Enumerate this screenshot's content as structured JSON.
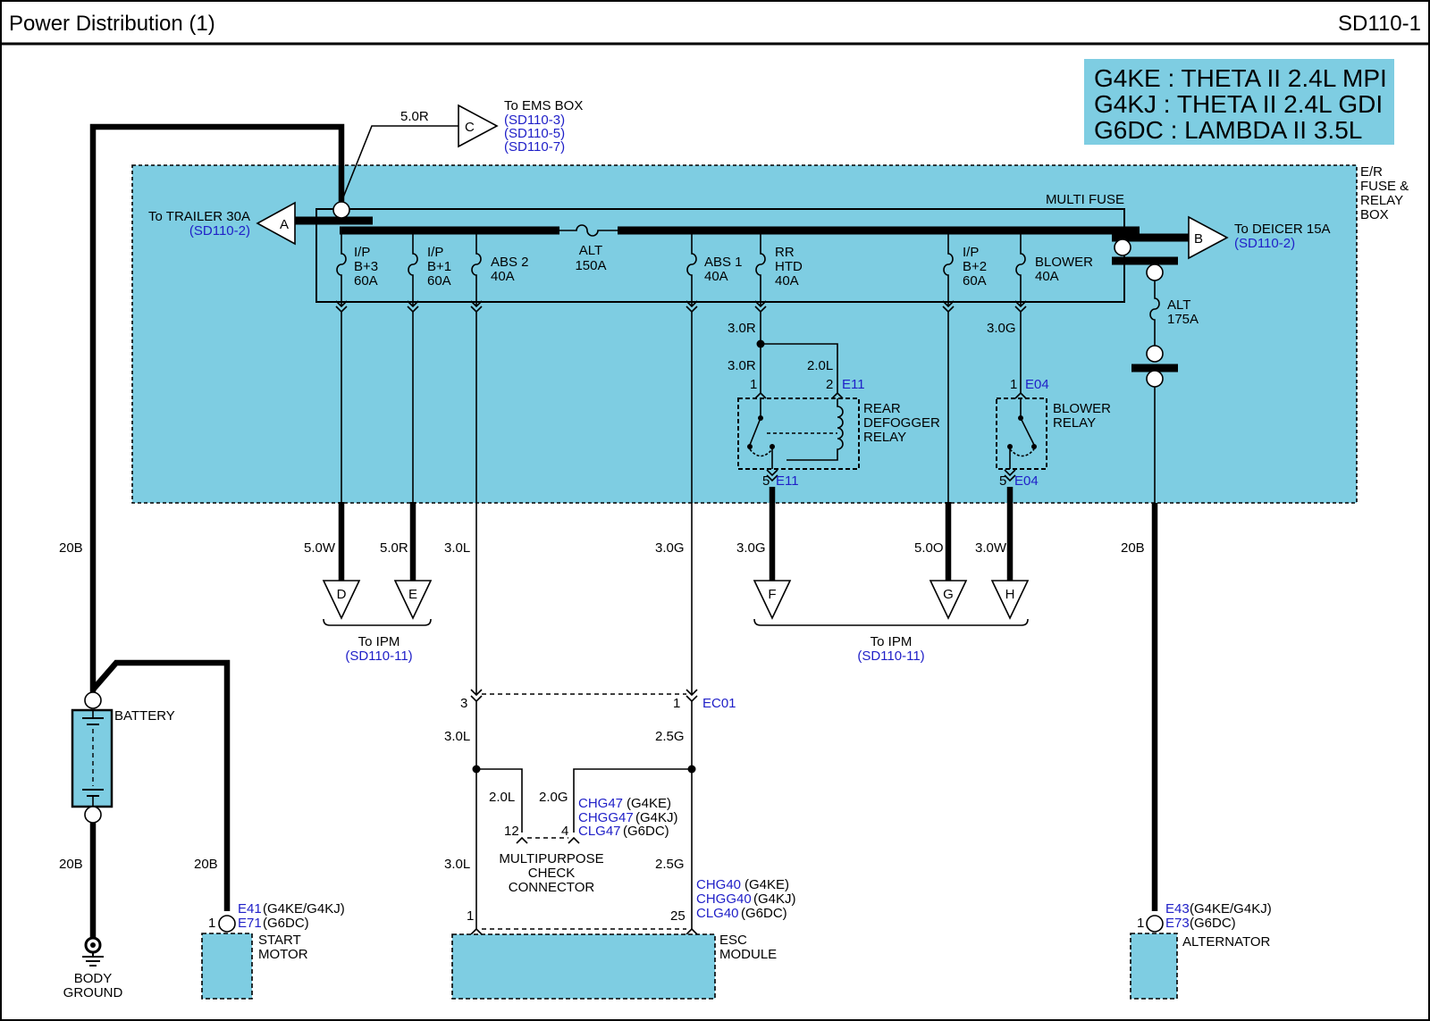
{
  "header": {
    "title": "Power Distribution (1)",
    "code": "SD110-1"
  },
  "engines": [
    "G4KE : THETA II 2.4L MPI",
    "G4KJ : THETA II 2.4L GDI",
    "G6DC : LAMBDA II 3.5L"
  ],
  "box": {
    "label": [
      "E/R",
      "FUSE &",
      "RELAY",
      "BOX"
    ],
    "multi_fuse": "MULTI FUSE"
  },
  "connectors_top": {
    "ems": {
      "letter": "C",
      "wire": "5.0R",
      "label": "To EMS BOX",
      "refs": [
        "(SD110-3)",
        "(SD110-5)",
        "(SD110-7)"
      ]
    },
    "trailer": {
      "letter": "A",
      "label": "To TRAILER 30A",
      "ref": "(SD110-2)"
    },
    "deicer": {
      "letter": "B",
      "label": "To DEICER 15A",
      "ref": "(SD110-2)"
    }
  },
  "fuses": [
    {
      "lines": [
        "I/P",
        "B+3",
        "60A"
      ]
    },
    {
      "lines": [
        "I/P",
        "B+1",
        "60A"
      ]
    },
    {
      "lines": [
        "ABS 2",
        "40A"
      ]
    },
    {
      "lines": [
        "ALT",
        "150A"
      ]
    },
    {
      "lines": [
        "ABS 1",
        "40A"
      ]
    },
    {
      "lines": [
        "RR",
        "HTD",
        "40A"
      ]
    },
    {
      "lines": [
        "I/P",
        "B+2",
        "60A"
      ]
    },
    {
      "lines": [
        "BLOWER",
        "40A"
      ]
    },
    {
      "lines": [
        "ALT",
        "175A"
      ]
    }
  ],
  "wires": {
    "battery_left": "20B",
    "d": "5.0W",
    "e": "5.0R",
    "abs2": "3.0L",
    "abs1": "3.0G",
    "rr_top": "3.0R",
    "rr_relay1": "3.0R",
    "rr_relay2": "2.0L",
    "f": "3.0G",
    "g": "5.0O",
    "blower_top": "3.0G",
    "h": "3.0W",
    "alt": "20B",
    "ec_left": "3.0L",
    "ec_right": "2.5G",
    "check_left": "2.0L",
    "check_right": "2.0G",
    "esc_left": "3.0L",
    "esc_right": "2.5G",
    "ground": "20B",
    "starter": "20B"
  },
  "relays": {
    "rear": {
      "name": [
        "REAR",
        "DEFOGGER",
        "RELAY"
      ],
      "pin1": "1",
      "pin2": "2",
      "pin5": "5",
      "conn": "E11"
    },
    "blower": {
      "name": [
        "BLOWER",
        "RELAY"
      ],
      "pin1": "1",
      "pin5": "5",
      "conn": "E04"
    }
  },
  "outputs": {
    "letters": [
      "D",
      "E",
      "F",
      "G",
      "H"
    ],
    "to_ipm_left": {
      "label": "To IPM",
      "ref": "(SD110-11)"
    },
    "to_ipm_right": {
      "label": "To IPM",
      "ref": "(SD110-11)"
    }
  },
  "ec01": {
    "name": "EC01",
    "pin_left": "3",
    "pin_right": "1"
  },
  "check_connector": {
    "name": [
      "MULTIPURPOSE",
      "CHECK",
      "CONNECTOR"
    ],
    "pin12": "12",
    "pin4": "4",
    "codes": [
      {
        "code": "CHG47",
        "eng": "(G4KE)"
      },
      {
        "code": "CHGG47",
        "eng": "(G4KJ)"
      },
      {
        "code": "CLG47",
        "eng": "(G6DC)"
      }
    ]
  },
  "esc": {
    "name": [
      "ESC",
      "MODULE"
    ],
    "pin1": "1",
    "pin25": "25",
    "codes": [
      {
        "code": "CHG40",
        "eng": "(G4KE)"
      },
      {
        "code": "CHGG40",
        "eng": "(G4KJ)"
      },
      {
        "code": "CLG40",
        "eng": "(G6DC)"
      }
    ]
  },
  "battery": {
    "name": "BATTERY"
  },
  "ground": {
    "name": [
      "BODY",
      "GROUND"
    ]
  },
  "starter": {
    "name": [
      "START",
      "MOTOR"
    ],
    "pin": "1",
    "codes": [
      {
        "code": "E41",
        "eng": "(G4KE/G4KJ)"
      },
      {
        "code": "E71",
        "eng": "(G6DC)"
      }
    ]
  },
  "alternator": {
    "name": "ALTERNATOR",
    "pin": "1",
    "codes": [
      {
        "code": "E43",
        "eng": "(G4KE/G4KJ)"
      },
      {
        "code": "E73",
        "eng": "(G6DC)"
      }
    ]
  }
}
